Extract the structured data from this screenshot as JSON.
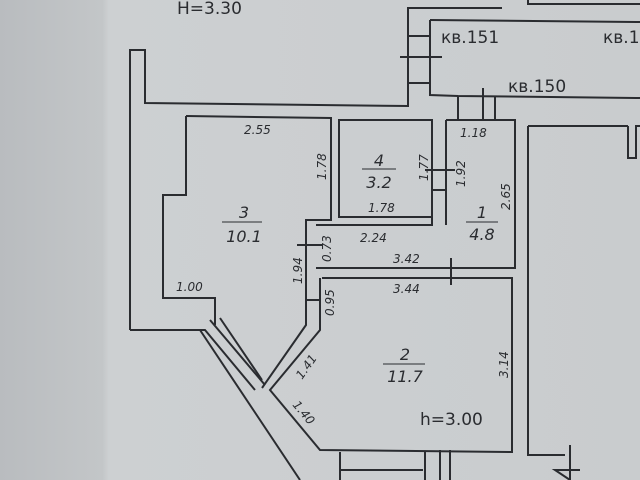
{
  "plan": {
    "height_top": "H=3.30",
    "height_room": "h=3.00",
    "neighbors": [
      "кв.151",
      "кв.1",
      "кв.150"
    ],
    "rooms": [
      {
        "number": "1",
        "area": "4.8"
      },
      {
        "number": "2",
        "area": "11.7"
      },
      {
        "number": "3",
        "area": "10.1"
      },
      {
        "number": "4",
        "area": "3.2"
      }
    ],
    "dimensions": {
      "d255": "2.55",
      "d178a": "1.78",
      "d178b": "1.78",
      "d177": "1.77",
      "d192": "1.92",
      "d118": "1.18",
      "d265": "2.65",
      "d224": "2.24",
      "d073": "0.73",
      "d342": "3.42",
      "d344": "3.44",
      "d194": "1.94",
      "d100": "1.00",
      "d095": "0.95",
      "d141": "1.41",
      "d140": "1.40",
      "d314": "3.14"
    }
  },
  "colors": {
    "background": "#c8cbcd",
    "line": "#2a2c30"
  }
}
